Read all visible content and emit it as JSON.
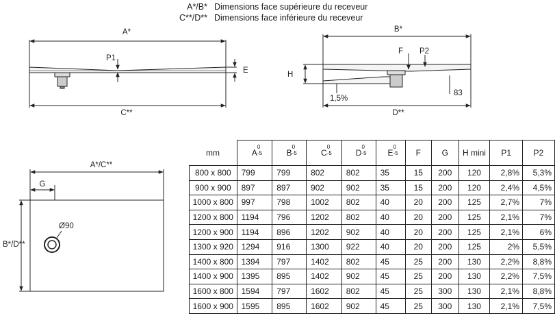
{
  "legend": [
    {
      "key": "A*/B*",
      "text": "Dimensions face supérieure du receveur"
    },
    {
      "key": "C**/D**",
      "text": "Dimensions face inférieure du receveur"
    }
  ],
  "drawing": {
    "front": {
      "top": "A*",
      "bottom": "C**",
      "p1": "P1",
      "e": "E"
    },
    "side": {
      "top": "B*",
      "bottom": "D**",
      "f": "F",
      "p2": "P2",
      "h": "H",
      "slope": "1,5%",
      "drop": "83"
    },
    "plan": {
      "top": "A*/C**",
      "g": "G",
      "side": "B*/D**",
      "drain": "Ø90"
    }
  },
  "table": {
    "unit": "mm",
    "headers": [
      {
        "label": "A",
        "sup": "0",
        "sub": "-5"
      },
      {
        "label": "B",
        "sup": "0",
        "sub": "-5"
      },
      {
        "label": "C",
        "sup": "0",
        "sub": "-5"
      },
      {
        "label": "D",
        "sup": "0",
        "sub": "-5"
      },
      {
        "label": "E",
        "sup": "0",
        "sub": "-5"
      },
      {
        "label": "F",
        "sup": "",
        "sub": ""
      },
      {
        "label": "G",
        "sup": "",
        "sub": ""
      },
      {
        "label": "H mini",
        "sup": "",
        "sub": ""
      },
      {
        "label": "P1",
        "sup": "",
        "sub": ""
      },
      {
        "label": "P2",
        "sup": "",
        "sub": ""
      }
    ],
    "rows": [
      [
        "800 x 800",
        "799",
        "799",
        "802",
        "802",
        "35",
        "15",
        "200",
        "120",
        "2,8%",
        "5,3%"
      ],
      [
        "900 x 900",
        "897",
        "897",
        "902",
        "902",
        "35",
        "15",
        "200",
        "120",
        "2,4%",
        "4,5%"
      ],
      [
        "1000 x 800",
        "997",
        "798",
        "1002",
        "802",
        "40",
        "20",
        "200",
        "125",
        "2,7%",
        "7%"
      ],
      [
        "1200 x 800",
        "1194",
        "796",
        "1202",
        "802",
        "40",
        "20",
        "200",
        "125",
        "2,1%",
        "7%"
      ],
      [
        "1200 x 900",
        "1194",
        "896",
        "1202",
        "902",
        "40",
        "20",
        "200",
        "125",
        "2,1%",
        "6%"
      ],
      [
        "1300 x 920",
        "1294",
        "916",
        "1300",
        "922",
        "40",
        "20",
        "200",
        "125",
        "2%",
        "5,5%"
      ],
      [
        "1400 x 800",
        "1394",
        "797",
        "1402",
        "802",
        "45",
        "25",
        "200",
        "130",
        "2,2%",
        "8,8%"
      ],
      [
        "1400 x 900",
        "1395",
        "895",
        "1402",
        "902",
        "45",
        "25",
        "200",
        "130",
        "2,2%",
        "7,5%"
      ],
      [
        "1600 x 800",
        "1594",
        "797",
        "1602",
        "802",
        "45",
        "25",
        "300",
        "130",
        "2,1%",
        "8,8%"
      ],
      [
        "1600 x 900",
        "1595",
        "895",
        "1602",
        "902",
        "45",
        "25",
        "300",
        "130",
        "2,1%",
        "7,5%"
      ]
    ]
  }
}
